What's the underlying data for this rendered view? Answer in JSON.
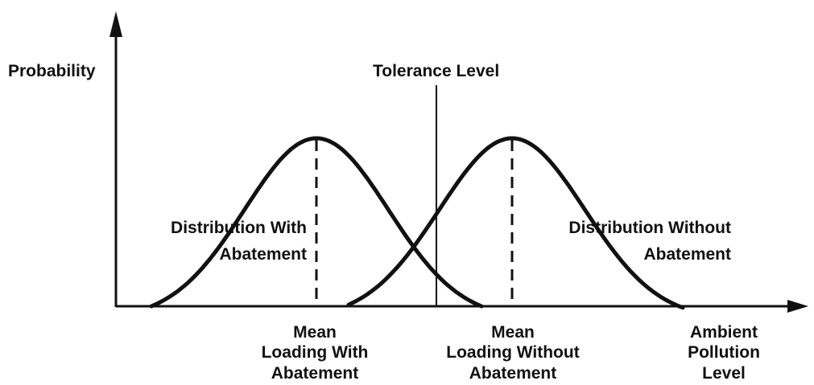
{
  "axes": {
    "y_label": "Probability",
    "x_label": [
      "Ambient",
      "Pollution",
      "Level"
    ]
  },
  "tolerance_label": "Tolerance Level",
  "distributions": [
    {
      "label": [
        "Distribution With",
        "Abatement"
      ],
      "mean_label": [
        "Mean",
        "Loading With",
        "Abatement"
      ]
    },
    {
      "label": [
        "Distribution Without",
        "Abatement"
      ],
      "mean_label": [
        "Mean",
        "Loading Without",
        "Abatement"
      ]
    }
  ]
}
